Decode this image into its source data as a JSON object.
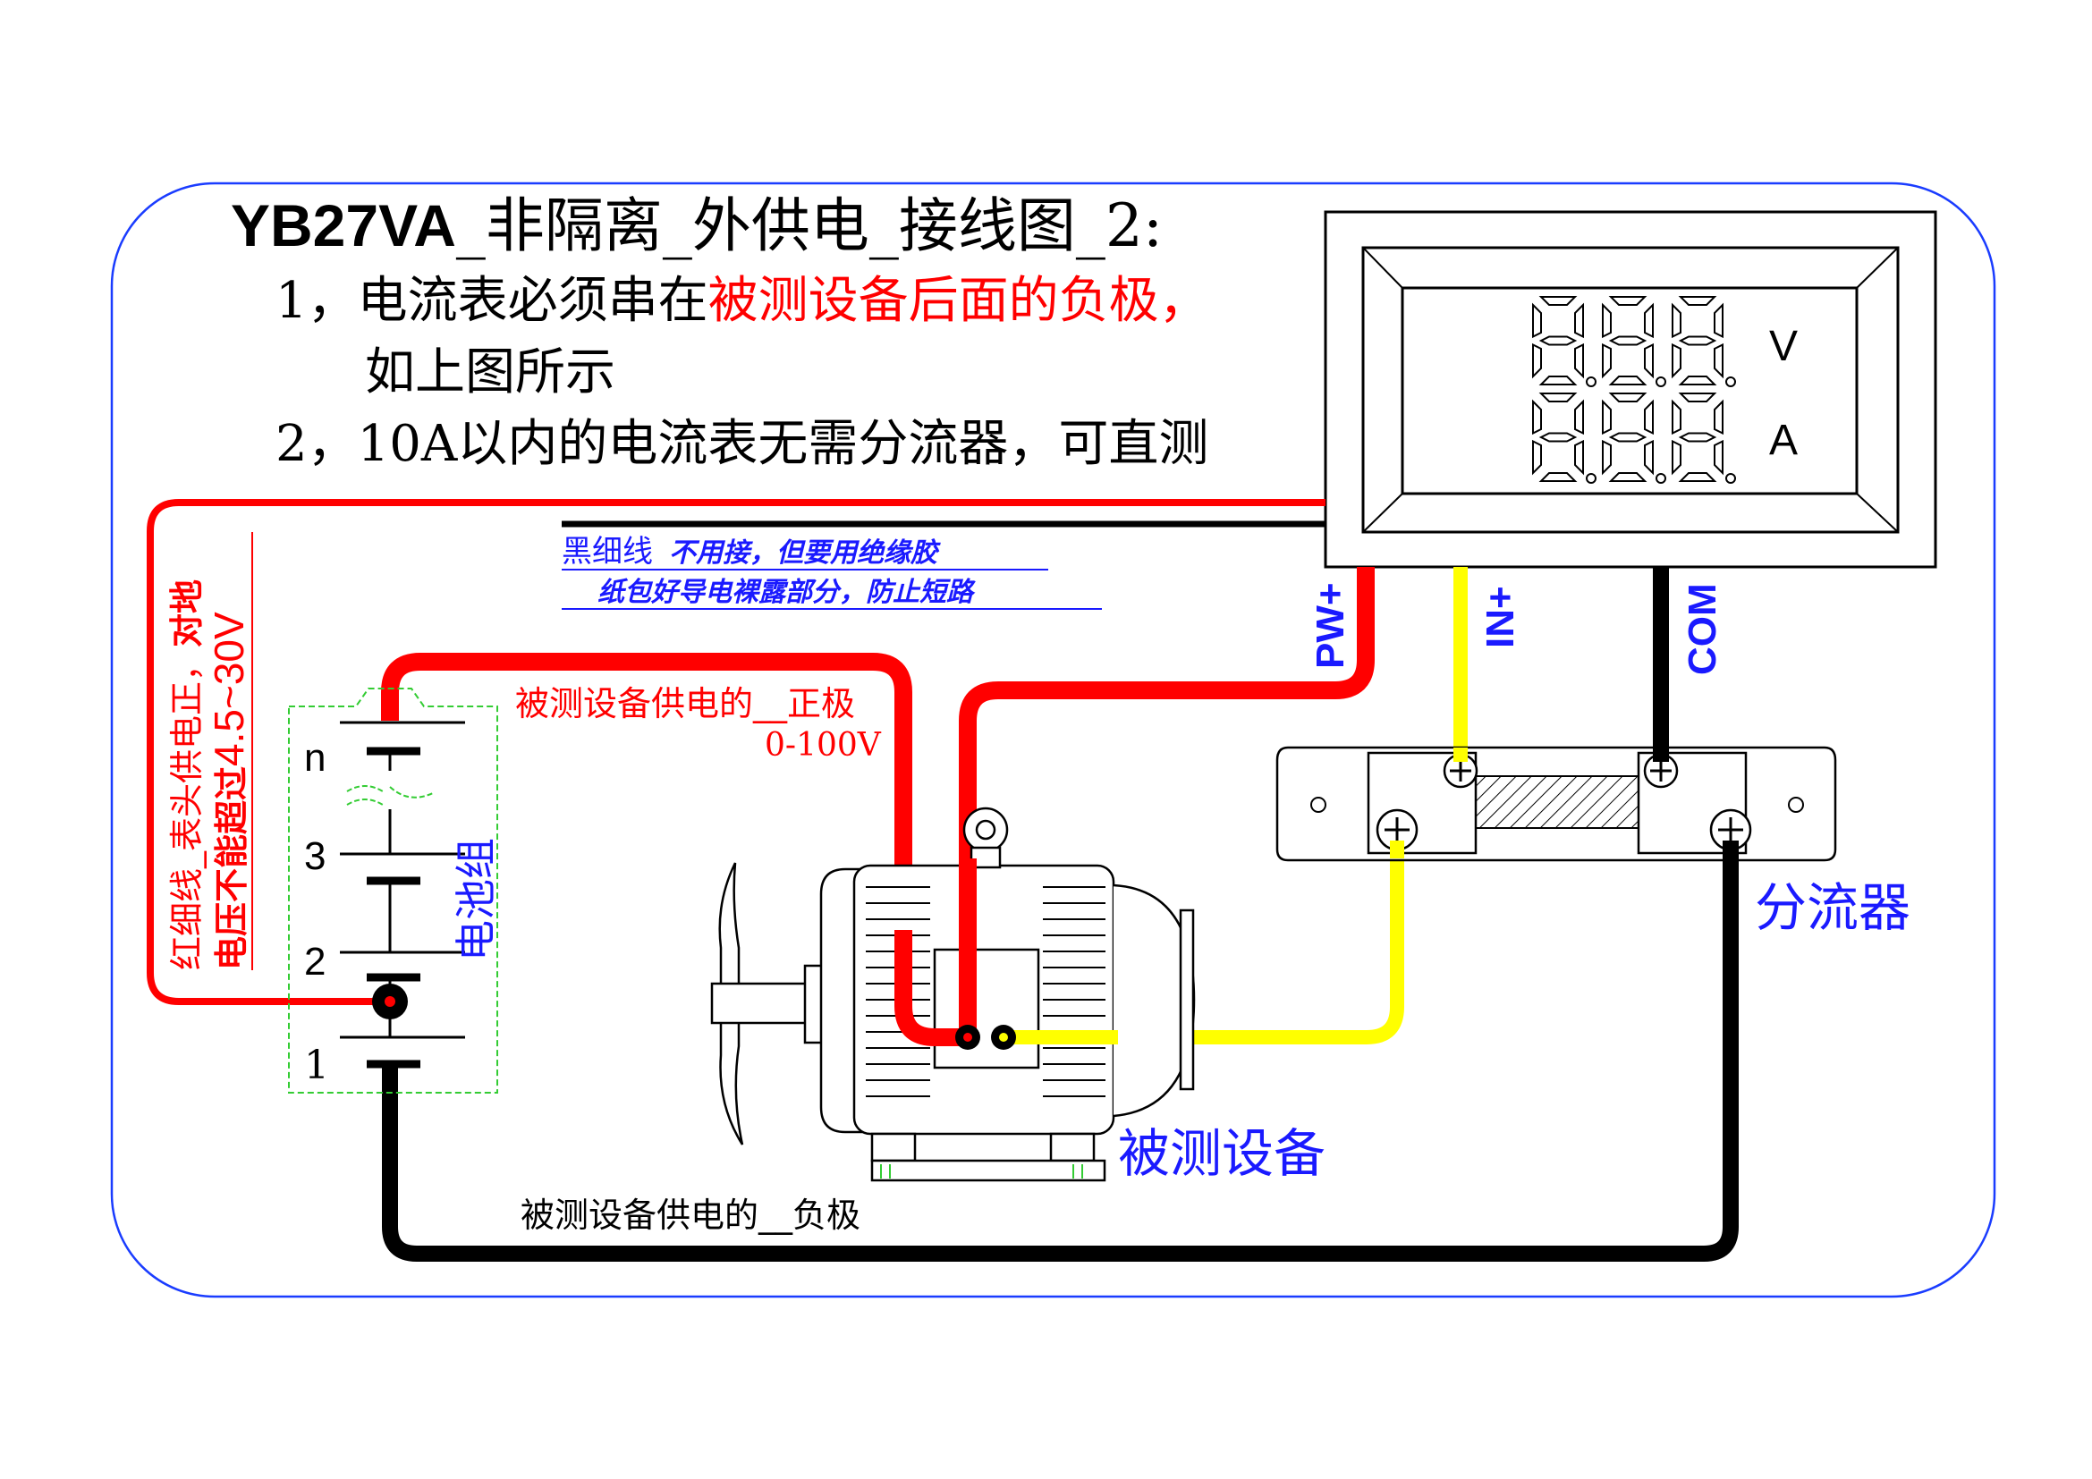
{
  "title": {
    "model": "YB27VA",
    "rest": "_非隔离_外供电_接线图_2:"
  },
  "notes": {
    "line1_prefix": "1，电流表必须串在",
    "line1_highlight": "被测设备后面的负极，",
    "line2": "如上图所示",
    "line3": "2，10A以内的电流表无需分流器，可直测"
  },
  "meter": {
    "digits_top": [
      "8.",
      "8.",
      "8."
    ],
    "digits_bottom": [
      "8.",
      "8.",
      "8."
    ],
    "unit_top": "V",
    "unit_bottom": "A"
  },
  "terminals": {
    "pw": "PW+",
    "in": "IN+",
    "com": "COM"
  },
  "black_wire_note": {
    "line1_label": "黑细线",
    "line1_rest": "不用接，但要用绝缘胶",
    "line2": "纸包好导电裸露部分，防止短路"
  },
  "red_wire_note": {
    "line1_prefix": "红细线_表头供电正，",
    "line1_highlight": "对地",
    "line2_prefix": "电压不能超过",
    "line2_value": "4.5~30V"
  },
  "battery": {
    "label": "电池组",
    "cells": [
      "n",
      "3",
      "2",
      "1"
    ]
  },
  "positive_label": {
    "line1": "被测设备供电的__正极",
    "line2": "0-100V"
  },
  "negative_label": "被测设备供电的__负极",
  "device_label": "被测设备",
  "shunt_label": "分流器",
  "colors": {
    "frame": "#1a3cff",
    "red_wire": "#ff0000",
    "yellow_wire": "#ffff00",
    "black_wire": "#000000",
    "label_blue": "#1a1aff",
    "battery_box": "#33cc33"
  }
}
